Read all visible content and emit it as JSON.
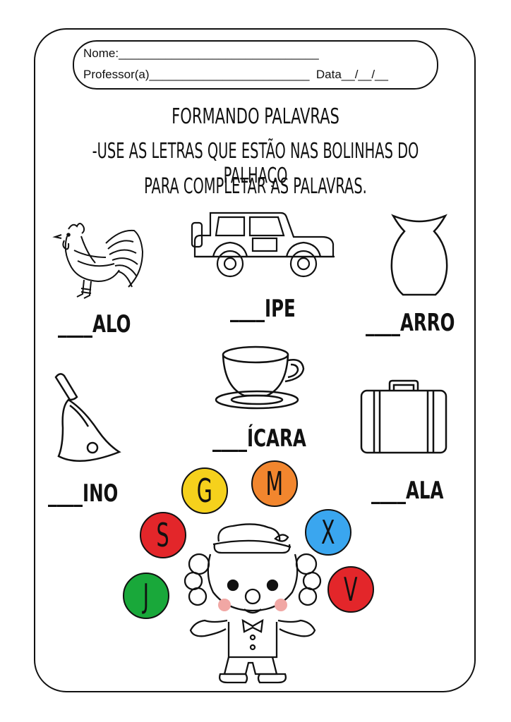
{
  "header": {
    "name_line": "Nome:______________________________",
    "teacher_line": "Professor(a)________________________  Data__/__/__"
  },
  "title": {
    "line1": "FORMANDO PALAVRAS",
    "line2": "-USE AS LETRAS QUE ESTÃO NAS BOLINHAS DO PALHAÇO",
    "line3": "PARA COMPLETAR AS PALAVRAS."
  },
  "words": {
    "galo": "____ALO",
    "jipe": "____IPE",
    "jarro": "____ARRO",
    "xicara": "____ÍCARA",
    "sino": "____INO",
    "mala": "____ALA"
  },
  "balls": [
    {
      "letter": "G",
      "color": "#f5d11c"
    },
    {
      "letter": "M",
      "color": "#f2862e"
    },
    {
      "letter": "S",
      "color": "#e3262a"
    },
    {
      "letter": "X",
      "color": "#3aa6ef"
    },
    {
      "letter": "J",
      "color": "#19a83a"
    },
    {
      "letter": "V",
      "color": "#e3262a"
    }
  ]
}
